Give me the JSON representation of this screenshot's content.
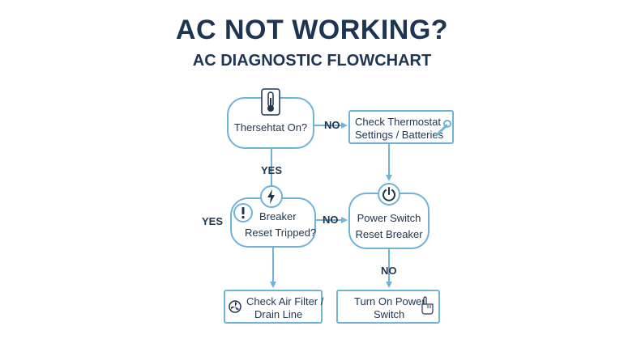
{
  "header": {
    "title": "AC NOT WORKING?",
    "subtitle": "AC DIAGNOSTIC FLOWCHART"
  },
  "nodes": {
    "thermostat_question": {
      "label": "Thersehtat On?",
      "icon": "thermometer-icon"
    },
    "check_thermostat": {
      "line1": "Check Thermostat",
      "line2": "Settings / Batteries",
      "icon": "wrench-icon"
    },
    "breaker_question": {
      "line1": "Breaker",
      "line2": "Reset Tripped?",
      "icons": [
        "lightning-icon",
        "exclamation-icon"
      ]
    },
    "power_switch": {
      "line1": "Power Switch",
      "line2": "Reset Breaker",
      "icon": "power-icon"
    },
    "air_filter": {
      "line1": "Check Air Filter /",
      "line2": "Drain Line",
      "icon": "fan-icon"
    },
    "turn_on_power": {
      "line1": "Turn On Power",
      "line2": "Switch",
      "icon": "hand-pointer-icon"
    }
  },
  "edges": {
    "thermo_no": "NO",
    "thermo_yes": "YES",
    "breaker_yes": "YES",
    "breaker_no": "NO",
    "power_no": "NO"
  },
  "colors": {
    "accent": "#6fb4d8",
    "text": "#1f3550"
  }
}
